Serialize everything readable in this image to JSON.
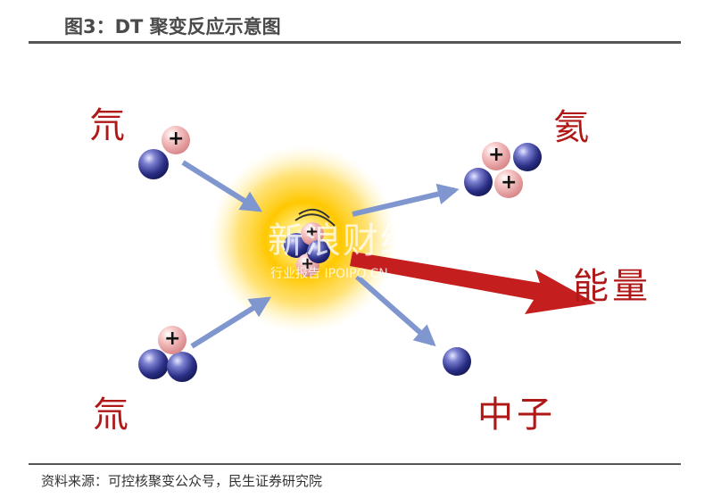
{
  "title": "图3：DT 聚变反应示意图",
  "source": "资料来源：可控核聚变公众号，民生证券研究院",
  "labels": {
    "deuterium": "氘",
    "tritium": "氚",
    "helium": "氦",
    "energy": "能量",
    "neutron": "中子"
  },
  "proton_symbol": "+",
  "watermark": {
    "main": "新浪财经",
    "sub": "行业报告 IPOIPO.CN"
  },
  "colors": {
    "label": "#b01818",
    "proton": "#f2b5b5",
    "neutron": "#3b3f92",
    "arrow": "#7f96cf",
    "energy_arrow": "#c41e1e",
    "glow": "#ffcc00"
  }
}
